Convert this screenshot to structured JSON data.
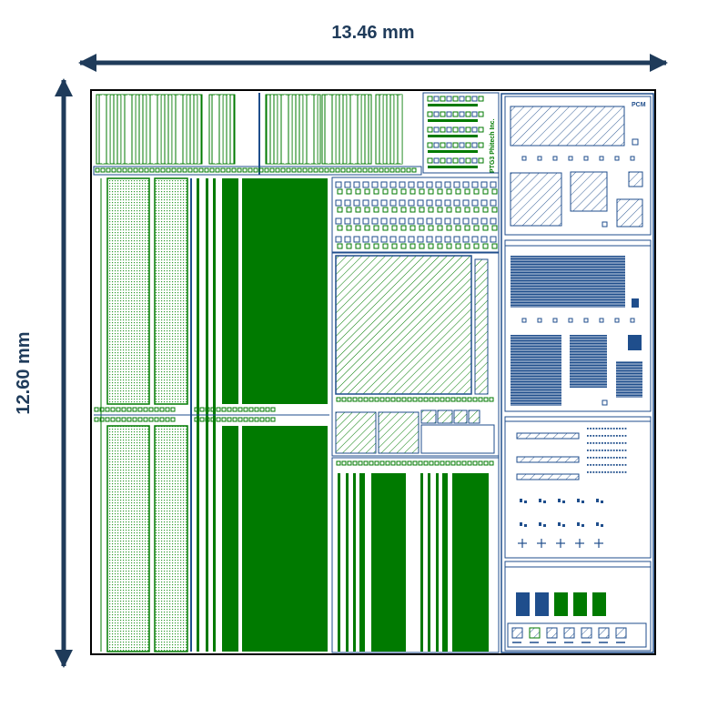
{
  "dimensions": {
    "width_label": "13.46 mm",
    "height_label": "12.60 mm"
  },
  "die": {
    "logo_text": "PTG3 Phitech Inc.",
    "corner_mark": "PCM"
  },
  "colors": {
    "green": "#007a00",
    "blue": "#1f4e8c",
    "arrow": "#1f3b5a",
    "outline": "#000000"
  }
}
